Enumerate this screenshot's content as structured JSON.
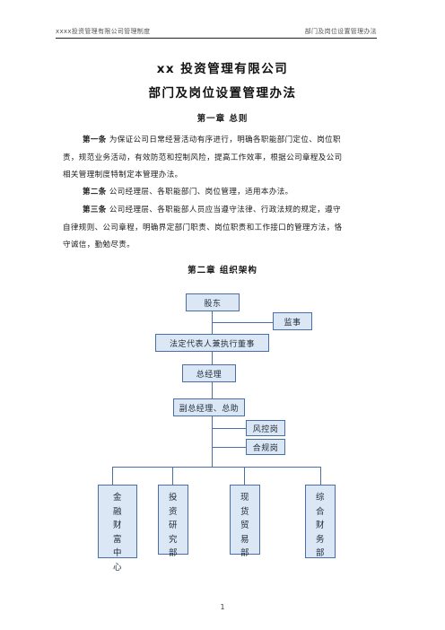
{
  "header": {
    "left": "xxxx投资管理有限公司管理制度",
    "right": "部门及岗位设置管理办法"
  },
  "title": {
    "company": "xx 投资管理有限公司",
    "doc": "部门及岗位设置管理办法"
  },
  "chapters": {
    "ch1": "第一章 总则",
    "ch2": "第二章 组织架构"
  },
  "articles": [
    {
      "label": "第一条",
      "line1": "为保证公司日常经营活动有序进行，明确各职能部门定位、岗位职",
      "line2": "责，规范业务活动，有效防范和控制风险，提高工作效率，根据公司章程及公司",
      "line3": "相关管理制度特制定本管理办法。"
    },
    {
      "label": "第二条",
      "line1": "公司经理层、各职能部门、岗位管理，适用本办法。"
    },
    {
      "label": "第三条",
      "line1": "公司经理层、各职能部人员应当遵守法律、行政法规的规定，遵守",
      "line2": "自律规则、公司章程，明确界定部门职责、岗位职责和工作接口的管理方法，恪",
      "line3": "守诚信，勤勉尽责。"
    }
  ],
  "org_chart": {
    "shareholders": "股东",
    "supervisor": "监事",
    "legal_rep": "法定代表人兼执行董事",
    "gm": "总经理",
    "deputy_gm": "副总经理、总助",
    "risk": "风控岗",
    "compliance": "合规岗",
    "departments": [
      [
        "金",
        "融",
        "财",
        "富",
        "中",
        "心"
      ],
      [
        "投",
        "资",
        "研",
        "究",
        "部"
      ],
      [
        "现",
        "货",
        "贸",
        "易",
        "部"
      ],
      [
        "综",
        "合",
        "财",
        "务",
        "部"
      ]
    ]
  },
  "footer": {
    "page_number": "1"
  }
}
